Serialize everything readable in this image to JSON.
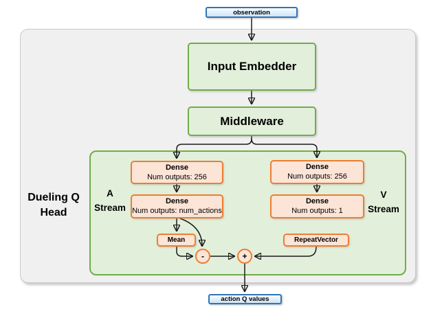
{
  "colors": {
    "node_green_fill": "#e2efda",
    "node_green_border": "#70ad47",
    "node_orange_fill": "#fce4d6",
    "node_orange_border": "#ed7d31",
    "node_blue_border": "#2e75b6",
    "container_gray_fill": "#f0f0f0",
    "arrow_color": "#1a1a1a"
  },
  "nodes": {
    "observation": "observation",
    "input_embedder": "Input Embedder",
    "middleware": "Middleware",
    "dueling_q_head": "Dueling Q Head",
    "a_stream": "A Stream",
    "v_stream": "V Stream",
    "a_dense1": {
      "title": "Dense",
      "subtitle": "Num outputs: 256"
    },
    "a_dense2": {
      "title": "Dense",
      "subtitle": "Num outputs: num_actions"
    },
    "v_dense1": {
      "title": "Dense",
      "subtitle": "Num outputs: 256"
    },
    "v_dense2": {
      "title": "Dense",
      "subtitle": "Num outputs: 1"
    },
    "mean": "Mean",
    "repeat_vector": "RepeatVector",
    "subtract_op": "-",
    "add_op": "+",
    "action_q_values": "action Q values"
  }
}
